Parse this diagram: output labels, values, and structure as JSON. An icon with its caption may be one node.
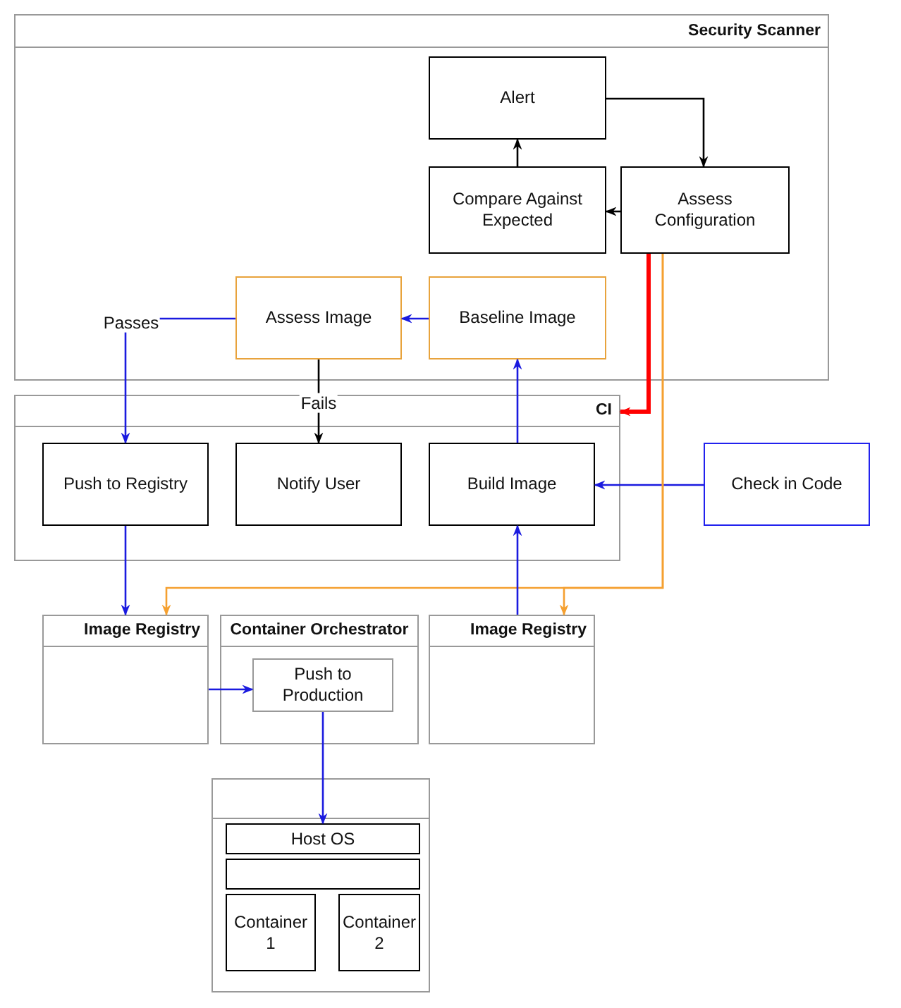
{
  "diagram": {
    "nodes": [
      {
        "text": [
          "Security Scanner"
        ]
      },
      {
        "text": [
          "Alert"
        ],
        "in": 0
      },
      {
        "text": [
          "Compare Against Expected"
        ],
        "in": 0
      },
      {
        "text": [
          "Assess Configuration"
        ],
        "in": 0
      },
      {
        "text": [
          "Assess Image"
        ],
        "in": 0
      },
      {
        "text": [
          "Baseline Image"
        ],
        "in": 0
      },
      {
        "text": [
          "CI"
        ]
      },
      {
        "text": [
          "Push to Registry"
        ],
        "in": 6
      },
      {
        "text": [
          "Notify User"
        ],
        "in": 6
      },
      {
        "text": [
          "Build Image"
        ],
        "in": 6
      },
      {
        "text": [
          "Check in Code"
        ]
      },
      {
        "text": [
          "Image Registry"
        ]
      },
      {
        "text": [
          "Container Orchestrator"
        ]
      },
      {
        "text": [
          "Push to Production"
        ],
        "in": 12
      },
      {
        "text": [
          "Image Registry"
        ]
      },
      {
        "text": [],
        "shape": "box"
      },
      {
        "text": [
          "Host OS"
        ],
        "in": 15
      },
      {
        "text": [],
        "shape": "box",
        "in": 15
      },
      {
        "text": [
          "Container 1"
        ],
        "in": 15
      },
      {
        "text": [
          "Container 2"
        ],
        "in": 15
      }
    ],
    "edges": [
      {
        "from": 1,
        "to": 3,
        "arrow": "to",
        "color": "#000000"
      },
      {
        "from": 3,
        "to": 2,
        "arrow": "to",
        "color": "#000000"
      },
      {
        "from": 2,
        "to": 1,
        "arrow": "to",
        "color": "#000000"
      },
      {
        "from": 5,
        "to": 4,
        "arrow": "to"
      },
      {
        "from": 4,
        "to": 7,
        "arrow": "to",
        "label": "Passes"
      },
      {
        "from": 4,
        "to": 8,
        "arrow": "to",
        "label": "Fails",
        "color": "#000000"
      },
      {
        "from": 9,
        "to": 5,
        "arrow": "to"
      },
      {
        "from": 10,
        "to": 9,
        "arrow": "to"
      },
      {
        "from": 3,
        "to": 6,
        "arrow": "to",
        "style": "thick",
        "color": "#ff0000"
      },
      {
        "from": 3,
        "to": 11,
        "arrow": "to",
        "color": "#f5a030"
      },
      {
        "from": 3,
        "to": 14,
        "arrow": "to",
        "color": "#f5a030"
      },
      {
        "from": 7,
        "to": 11,
        "arrow": "to"
      },
      {
        "from": 14,
        "to": 9,
        "arrow": "to"
      },
      {
        "from": 11,
        "to": 13,
        "arrow": "to"
      },
      {
        "from": 13,
        "to": 16,
        "arrow": "to"
      }
    ]
  }
}
